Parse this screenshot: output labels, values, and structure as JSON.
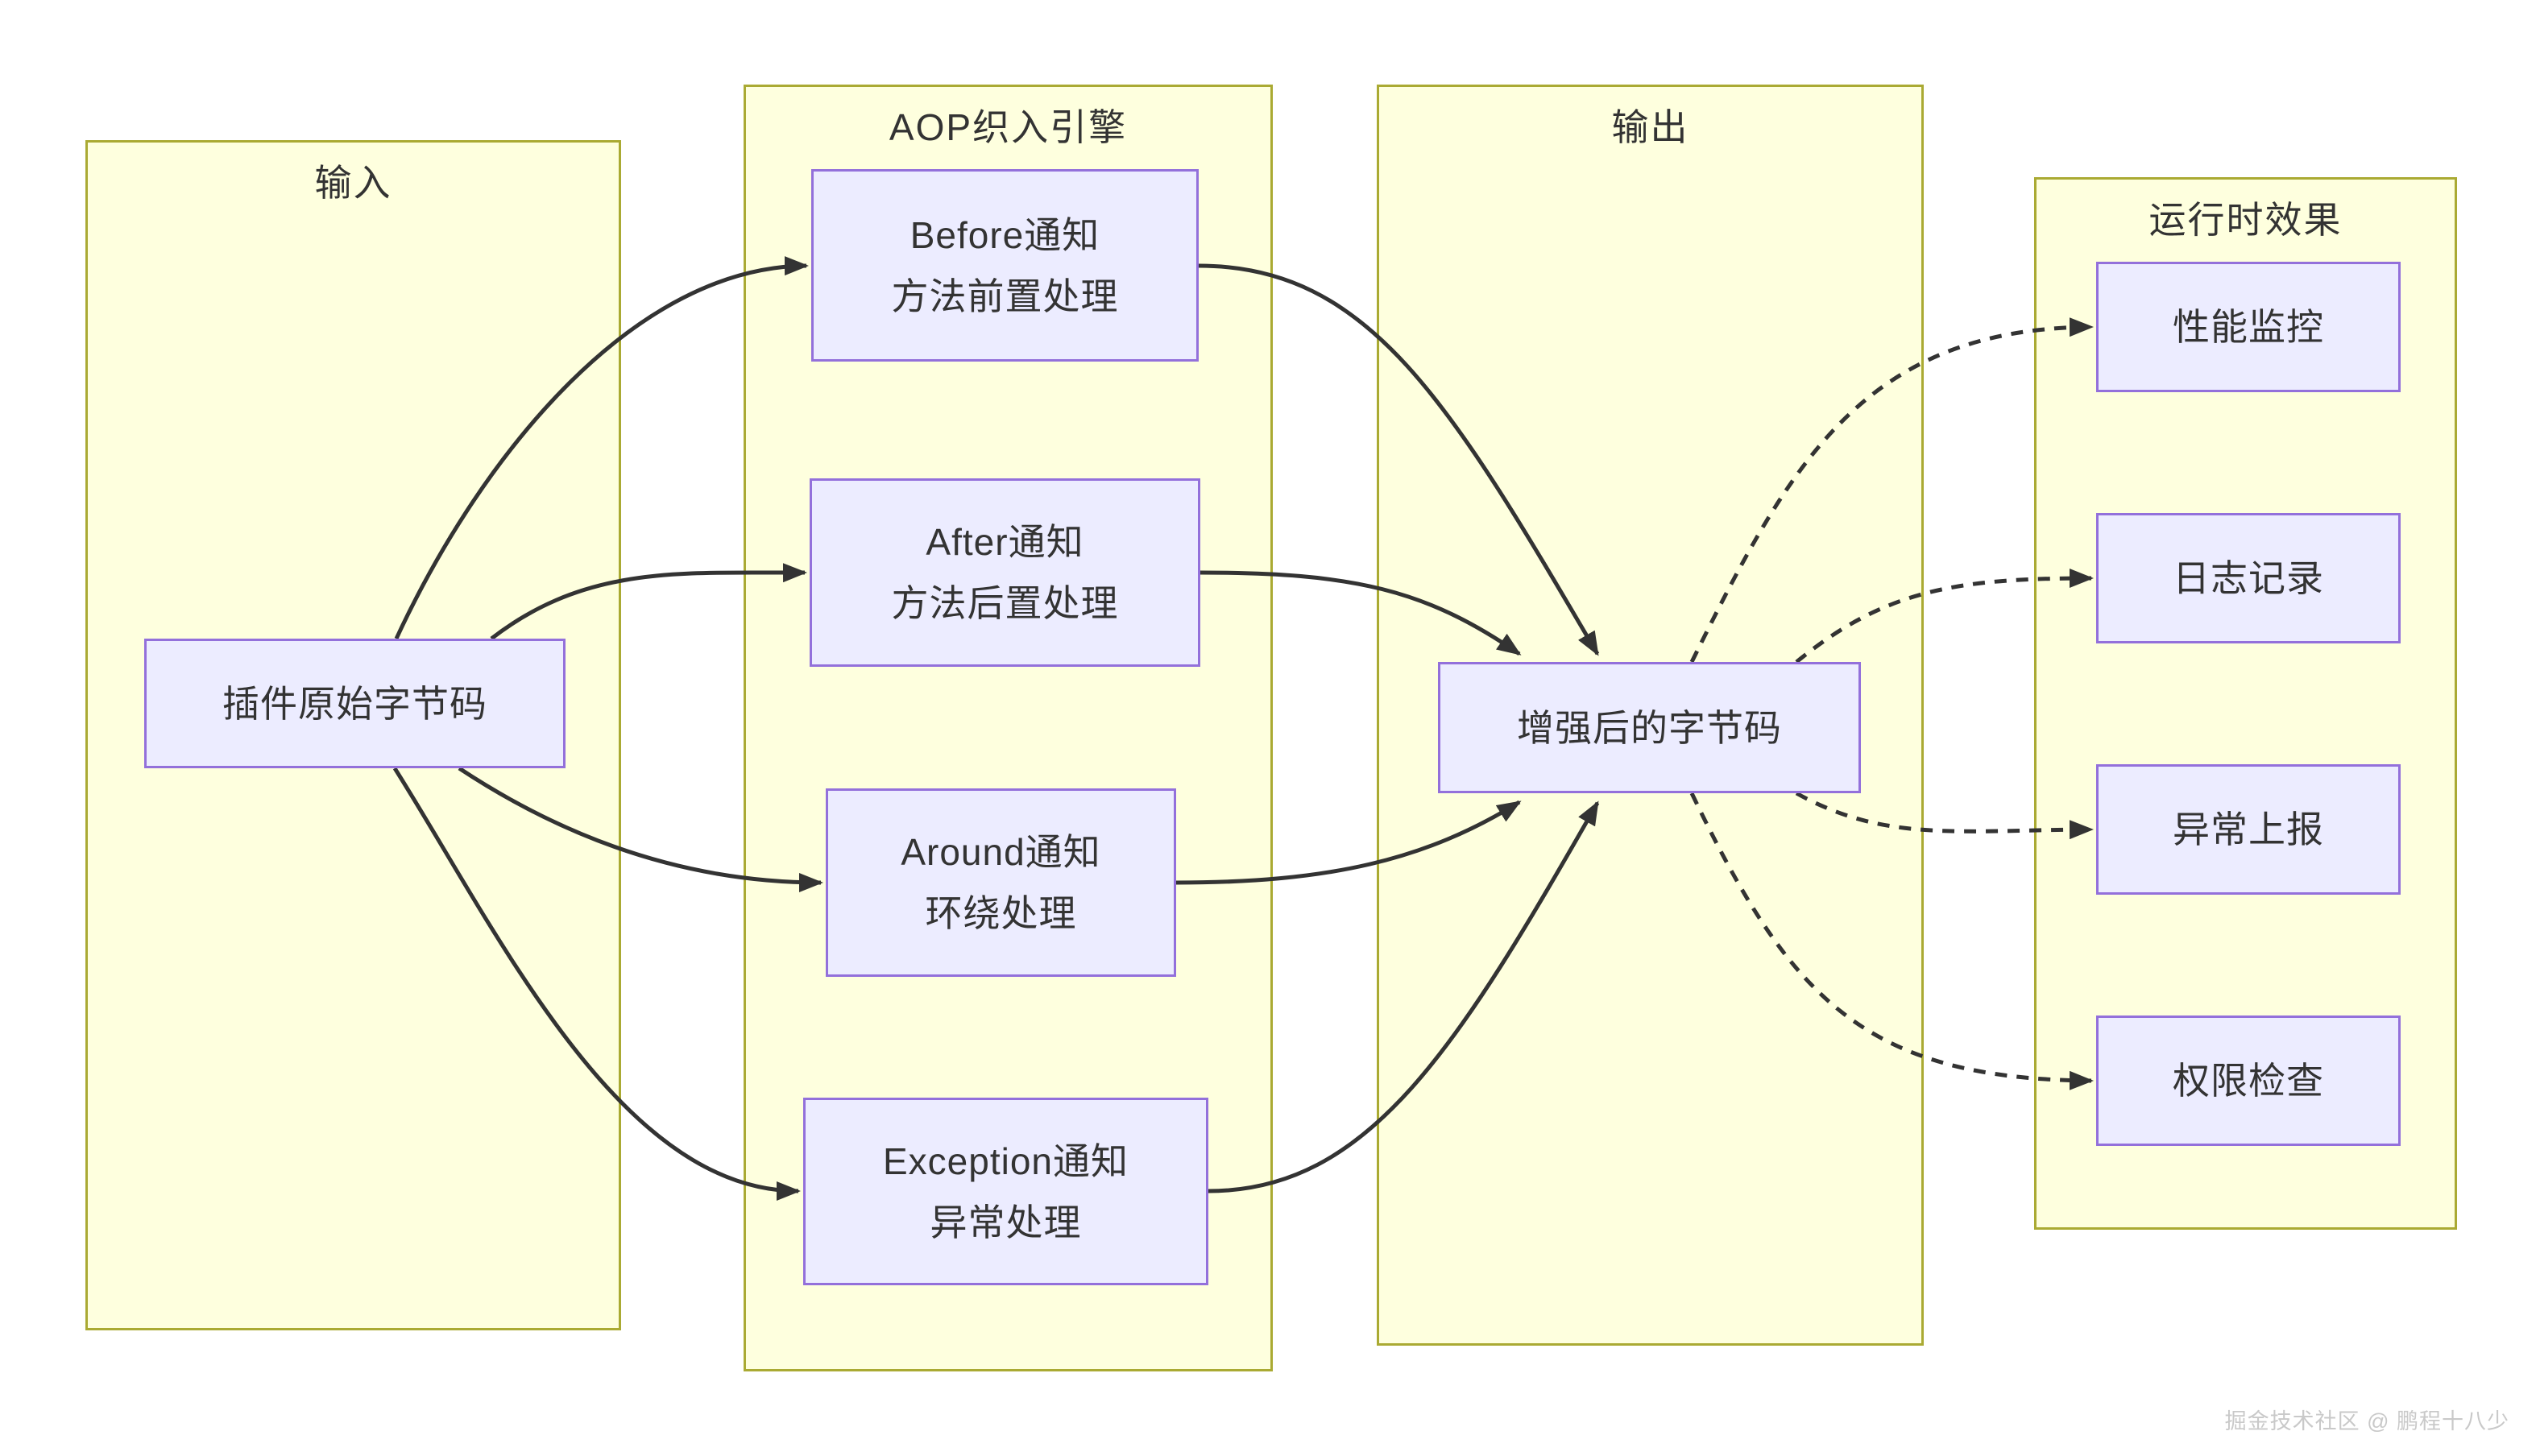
{
  "diagram": {
    "containers": [
      {
        "id": "input",
        "title": "输入"
      },
      {
        "id": "engine",
        "title": "AOP织入引擎"
      },
      {
        "id": "output",
        "title": "输出"
      },
      {
        "id": "runtime",
        "title": "运行时效果"
      }
    ],
    "nodes": [
      {
        "id": "source",
        "label": "插件原始字节码"
      },
      {
        "id": "before",
        "label": "Before通知\n方法前置处理"
      },
      {
        "id": "after",
        "label": "After通知\n方法后置处理"
      },
      {
        "id": "around",
        "label": "Around通知\n环绕处理"
      },
      {
        "id": "exception",
        "label": "Exception通知\n异常处理"
      },
      {
        "id": "enhanced",
        "label": "增强后的字节码"
      },
      {
        "id": "perf",
        "label": "性能监控"
      },
      {
        "id": "log",
        "label": "日志记录"
      },
      {
        "id": "error",
        "label": "异常上报"
      },
      {
        "id": "perm",
        "label": "权限检查"
      }
    ],
    "edges": [
      {
        "from": "source",
        "to": "before",
        "style": "solid"
      },
      {
        "from": "source",
        "to": "after",
        "style": "solid"
      },
      {
        "from": "source",
        "to": "around",
        "style": "solid"
      },
      {
        "from": "source",
        "to": "exception",
        "style": "solid"
      },
      {
        "from": "before",
        "to": "enhanced",
        "style": "solid"
      },
      {
        "from": "after",
        "to": "enhanced",
        "style": "solid"
      },
      {
        "from": "around",
        "to": "enhanced",
        "style": "solid"
      },
      {
        "from": "exception",
        "to": "enhanced",
        "style": "solid"
      },
      {
        "from": "enhanced",
        "to": "perf",
        "style": "dashed"
      },
      {
        "from": "enhanced",
        "to": "log",
        "style": "dashed"
      },
      {
        "from": "enhanced",
        "to": "error",
        "style": "dashed"
      },
      {
        "from": "enhanced",
        "to": "perm",
        "style": "dashed"
      }
    ]
  },
  "colors": {
    "container_fill": "#feffde",
    "container_border": "#aaaa33",
    "node_fill": "#ECECFF",
    "node_border": "#9370DB",
    "edge": "#333333",
    "text": "#333333",
    "watermark": "#c9c9c9"
  },
  "watermark": "掘金技术社区 @ 鹏程十八少"
}
